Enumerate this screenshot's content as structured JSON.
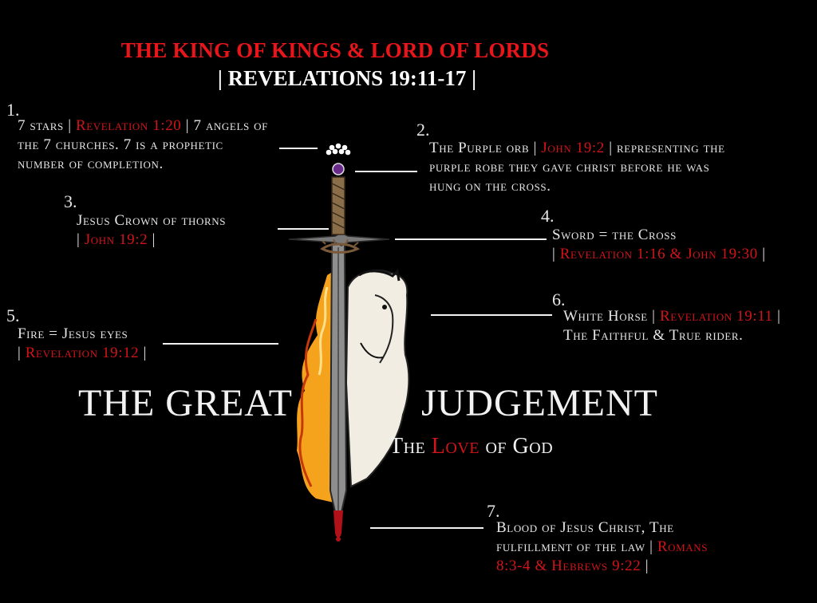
{
  "header": {
    "title": "THE KING OF KINGS & LORD OF LORDS",
    "subtitle": "| REVELATIONS 19:11-17 |"
  },
  "annotations": [
    {
      "number": "1.",
      "l1a": "7 stars | ",
      "l1b": "Revelation 1:20",
      "l1c": " | 7 angels of",
      "l2": "the 7 churches. 7 is a prophetic",
      "l3": "number of completion."
    },
    {
      "number": "2.",
      "l1a": "The Purple orb | ",
      "l1b": "John 19:2",
      "l1c": " | representing the",
      "l2": "purple robe they gave christ before he was",
      "l3": "hung on the cross."
    },
    {
      "number": "3.",
      "l1": "Jesus Crown of thorns",
      "l2a": "| ",
      "l2b": "John 19:2",
      "l2c": " |"
    },
    {
      "number": "4.",
      "l1": "Sword = the Cross",
      "l2a": "| ",
      "l2b": "Revelation 1:16 & John 19:30",
      "l2c": " |"
    },
    {
      "number": "5.",
      "l1": "Fire = Jesus eyes",
      "l2a": "| ",
      "l2b": "Revelation 19:12",
      "l2c": " |"
    },
    {
      "number": "6.",
      "l1a": "White Horse | ",
      "l1b": "Revelation 19:11",
      "l1c": " |",
      "l2": "The Faithful & True rider."
    },
    {
      "number": "7.",
      "l1": "Blood of Jesus Christ, The",
      "l2a": "fulfillment of the law | ",
      "l2b": "Romans",
      "l3a": "8:3-4  &  Hebrews 9:22",
      "l3b": " |"
    }
  ],
  "center": {
    "left_word": "THE GREAT",
    "right_word": "JUDGEMENT",
    "tagline_a": "The ",
    "tagline_b": "Love",
    "tagline_c": " of God"
  },
  "colors": {
    "background": "#000000",
    "accent_red": "#d1141a",
    "fire_orange": "#f5a21c",
    "orb_purple": "#6a2a8a"
  }
}
